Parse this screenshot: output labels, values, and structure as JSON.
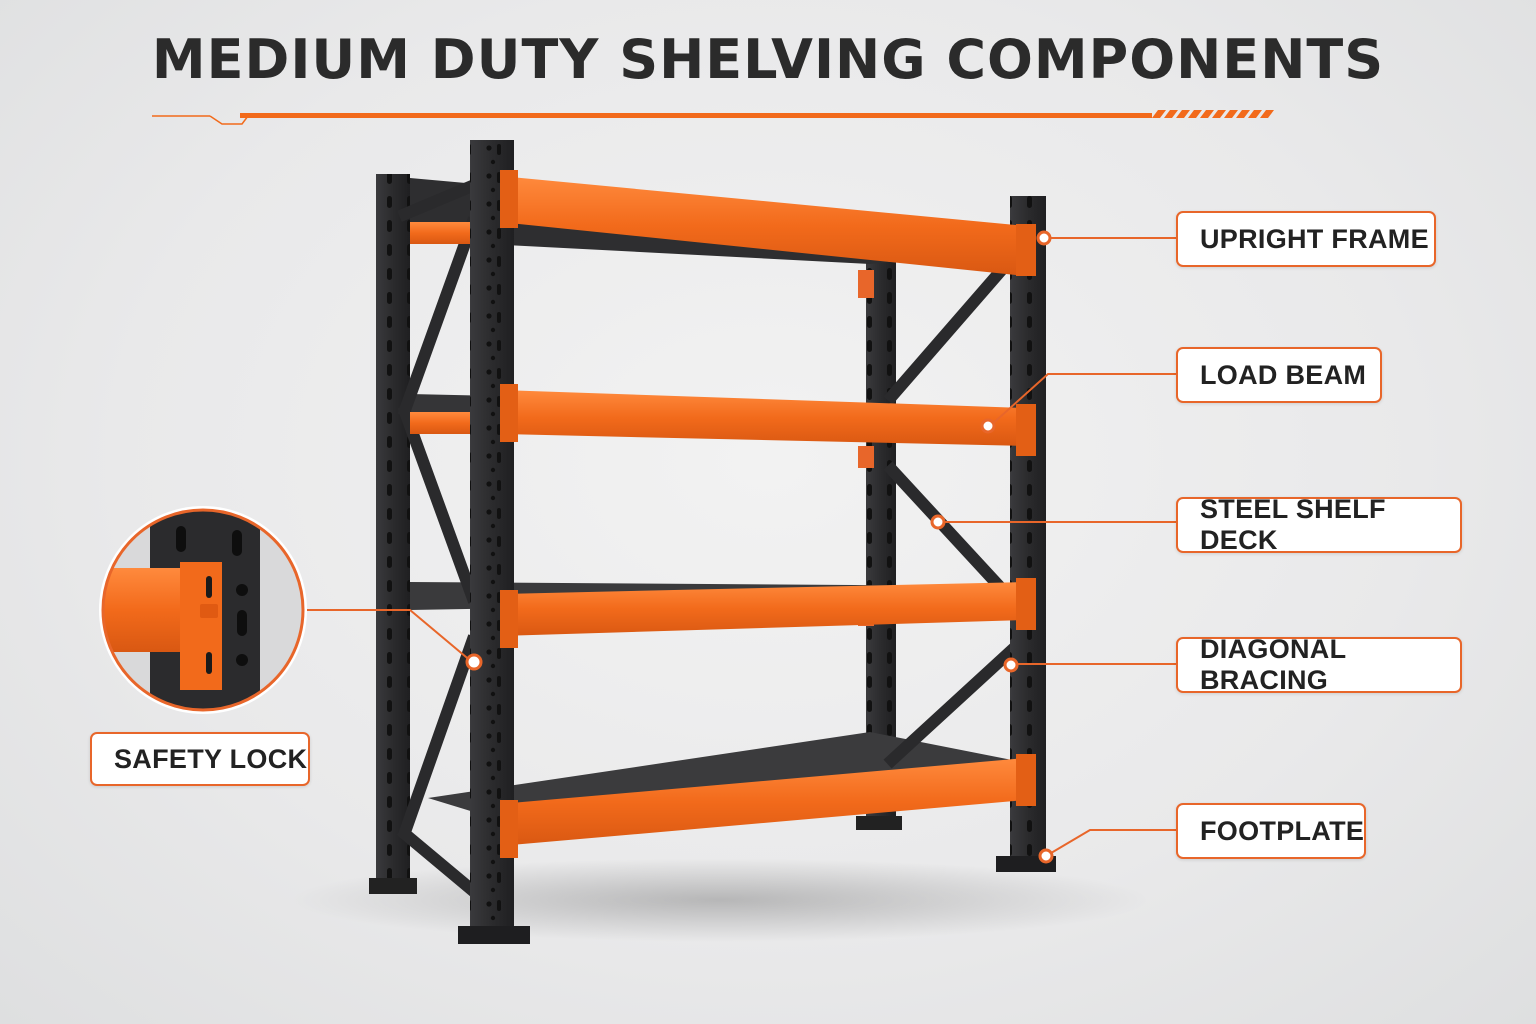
{
  "title": "MEDIUM DUTY SHELVING COMPONENTS",
  "colors": {
    "accent": "#f26a1b",
    "frame": "#2a2a2c",
    "deck": "#383838",
    "text": "#222222"
  },
  "callouts": {
    "upright_frame": "UPRIGHT FRAME",
    "load_beam": "LOAD BEAM",
    "steel_shelf_deck": "STEEL SHELF DECK",
    "diagonal_bracing": "DIAGONAL BRACING",
    "footplate": "FOOTPLATE",
    "safety_lock": "SAFETY LOCK"
  }
}
